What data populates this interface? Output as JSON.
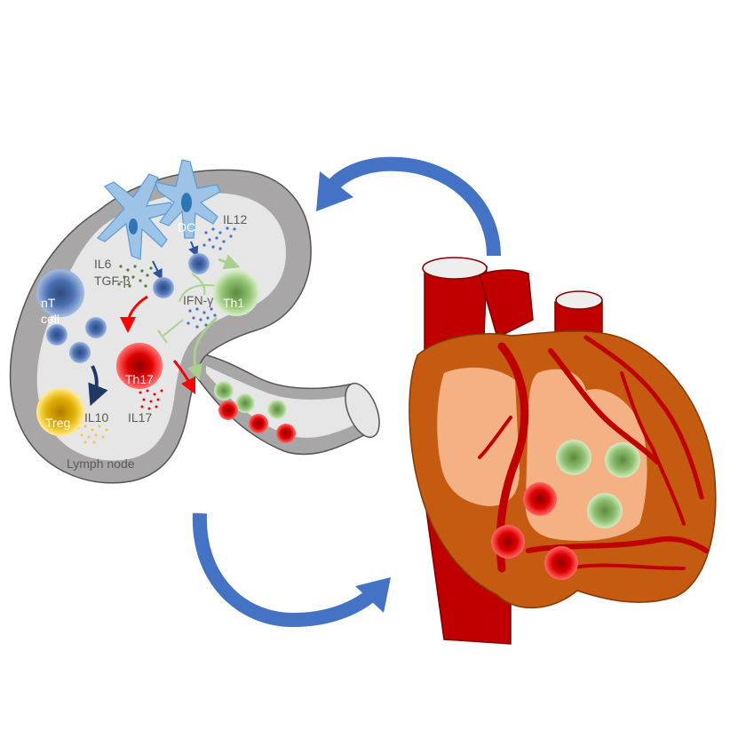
{
  "labels": {
    "dc": "DC",
    "il12": "IL12",
    "il6": "IL6",
    "tgfb": "TGF-β",
    "ifng": "IFN-γ",
    "th1": "Th1",
    "nt_line1": "nT",
    "nt_line2": "cell",
    "th17": "Th17",
    "il17": "IL17",
    "treg": "Treg",
    "il10": "IL10",
    "lymph_node": "Lymph node"
  },
  "colors": {
    "lymph_node_outer": "#a8a6a6",
    "lymph_node_inner": "#e6e6e6",
    "dc_cell": "#9dc3e6",
    "nt_cell": "#4a6fb0",
    "th1_cell": "#8fbf6f",
    "th17_cell": "#e00000",
    "treg_cell": "#e0b000",
    "heart_muscle": "#c55a11",
    "heart_chamber": "#f4b183",
    "vessel": "#c00000",
    "cycle_arrow": "#4472c4",
    "th17_arrow": "#ff0000",
    "th1_arrow": "#a9d18e",
    "treg_arrow": "#1f3864"
  }
}
